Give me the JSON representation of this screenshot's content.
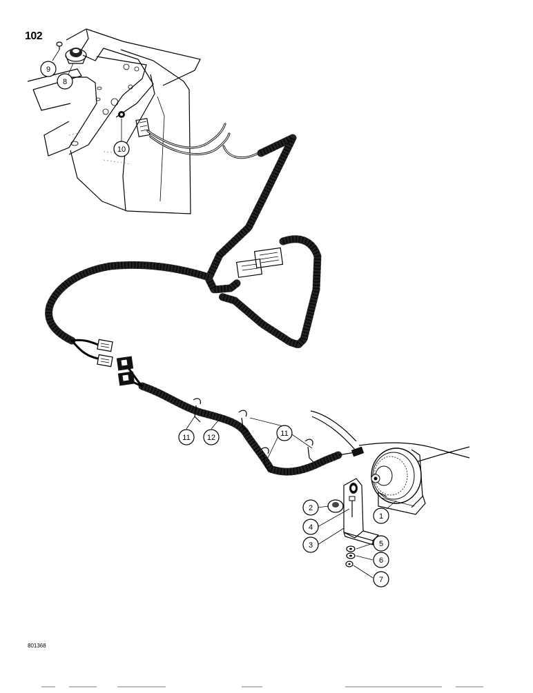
{
  "page": {
    "number": "102",
    "figure_id": "801368"
  },
  "callouts": [
    {
      "id": "c1",
      "label": "1"
    },
    {
      "id": "c2",
      "label": "2"
    },
    {
      "id": "c3",
      "label": "3"
    },
    {
      "id": "c4",
      "label": "4"
    },
    {
      "id": "c5",
      "label": "5"
    },
    {
      "id": "c6",
      "label": "6"
    },
    {
      "id": "c7",
      "label": "7"
    },
    {
      "id": "c8",
      "label": "8"
    },
    {
      "id": "c9",
      "label": "9"
    },
    {
      "id": "c10",
      "label": "10"
    },
    {
      "id": "c11a",
      "label": "11"
    },
    {
      "id": "c11b",
      "label": "11"
    },
    {
      "id": "c12",
      "label": "12"
    }
  ],
  "parts": {
    "horn": "horn-icon",
    "horn_switch": "push-button-switch-icon",
    "harness": "wiring-harness-icon",
    "bracket": "mounting-bracket-icon",
    "nut": "nut-icon",
    "washer": "washer-icon",
    "connector": "connector-icon",
    "clip": "cable-clip-icon",
    "frame": "steering-column-frame-icon"
  }
}
